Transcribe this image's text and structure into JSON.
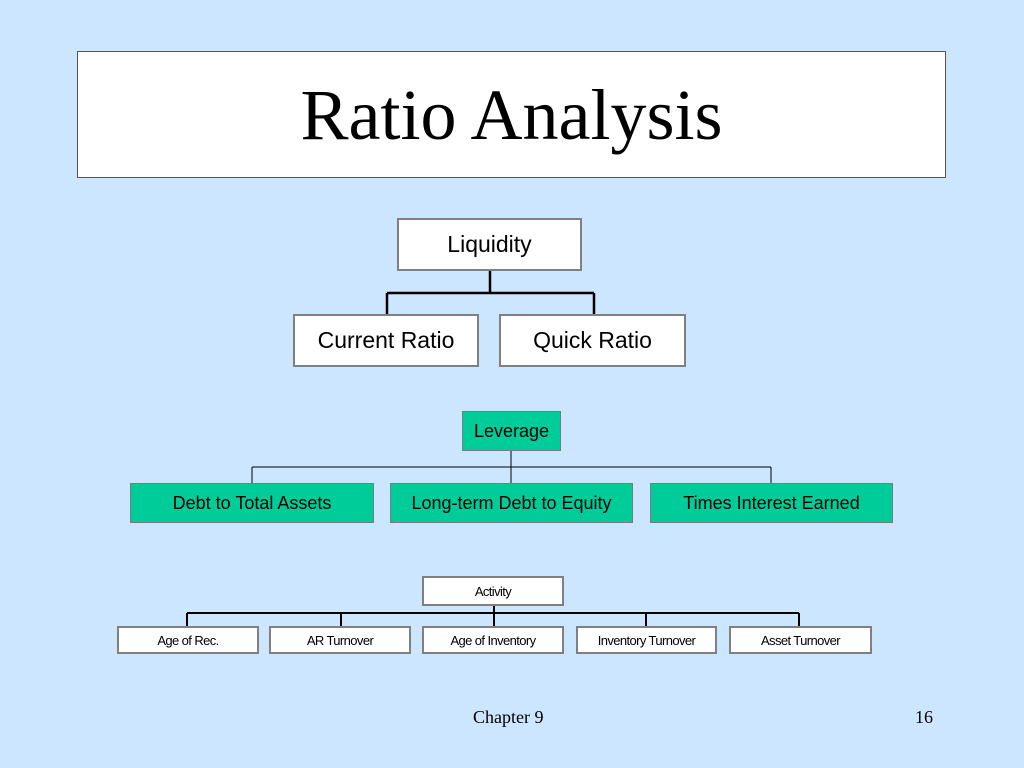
{
  "slide": {
    "title": "Ratio Analysis",
    "footer": {
      "chapter": "Chapter 9",
      "page_number": "16"
    }
  },
  "groups": {
    "liquidity": {
      "root": "Liquidity",
      "children": [
        "Current Ratio",
        "Quick Ratio"
      ]
    },
    "leverage": {
      "root": "Leverage",
      "children": [
        "Debt to Total Assets",
        "Long-term Debt to Equity",
        "Times Interest Earned"
      ]
    },
    "activity": {
      "root": "Activity",
      "children": [
        "Age of Rec.",
        "AR Turnover",
        "Age of Inventory",
        "Inventory Turnover",
        "Asset Turnover"
      ]
    }
  },
  "colors": {
    "background": "#cce6ff",
    "leverage_fill": "#00cc99",
    "box_fill": "#ffffff"
  }
}
